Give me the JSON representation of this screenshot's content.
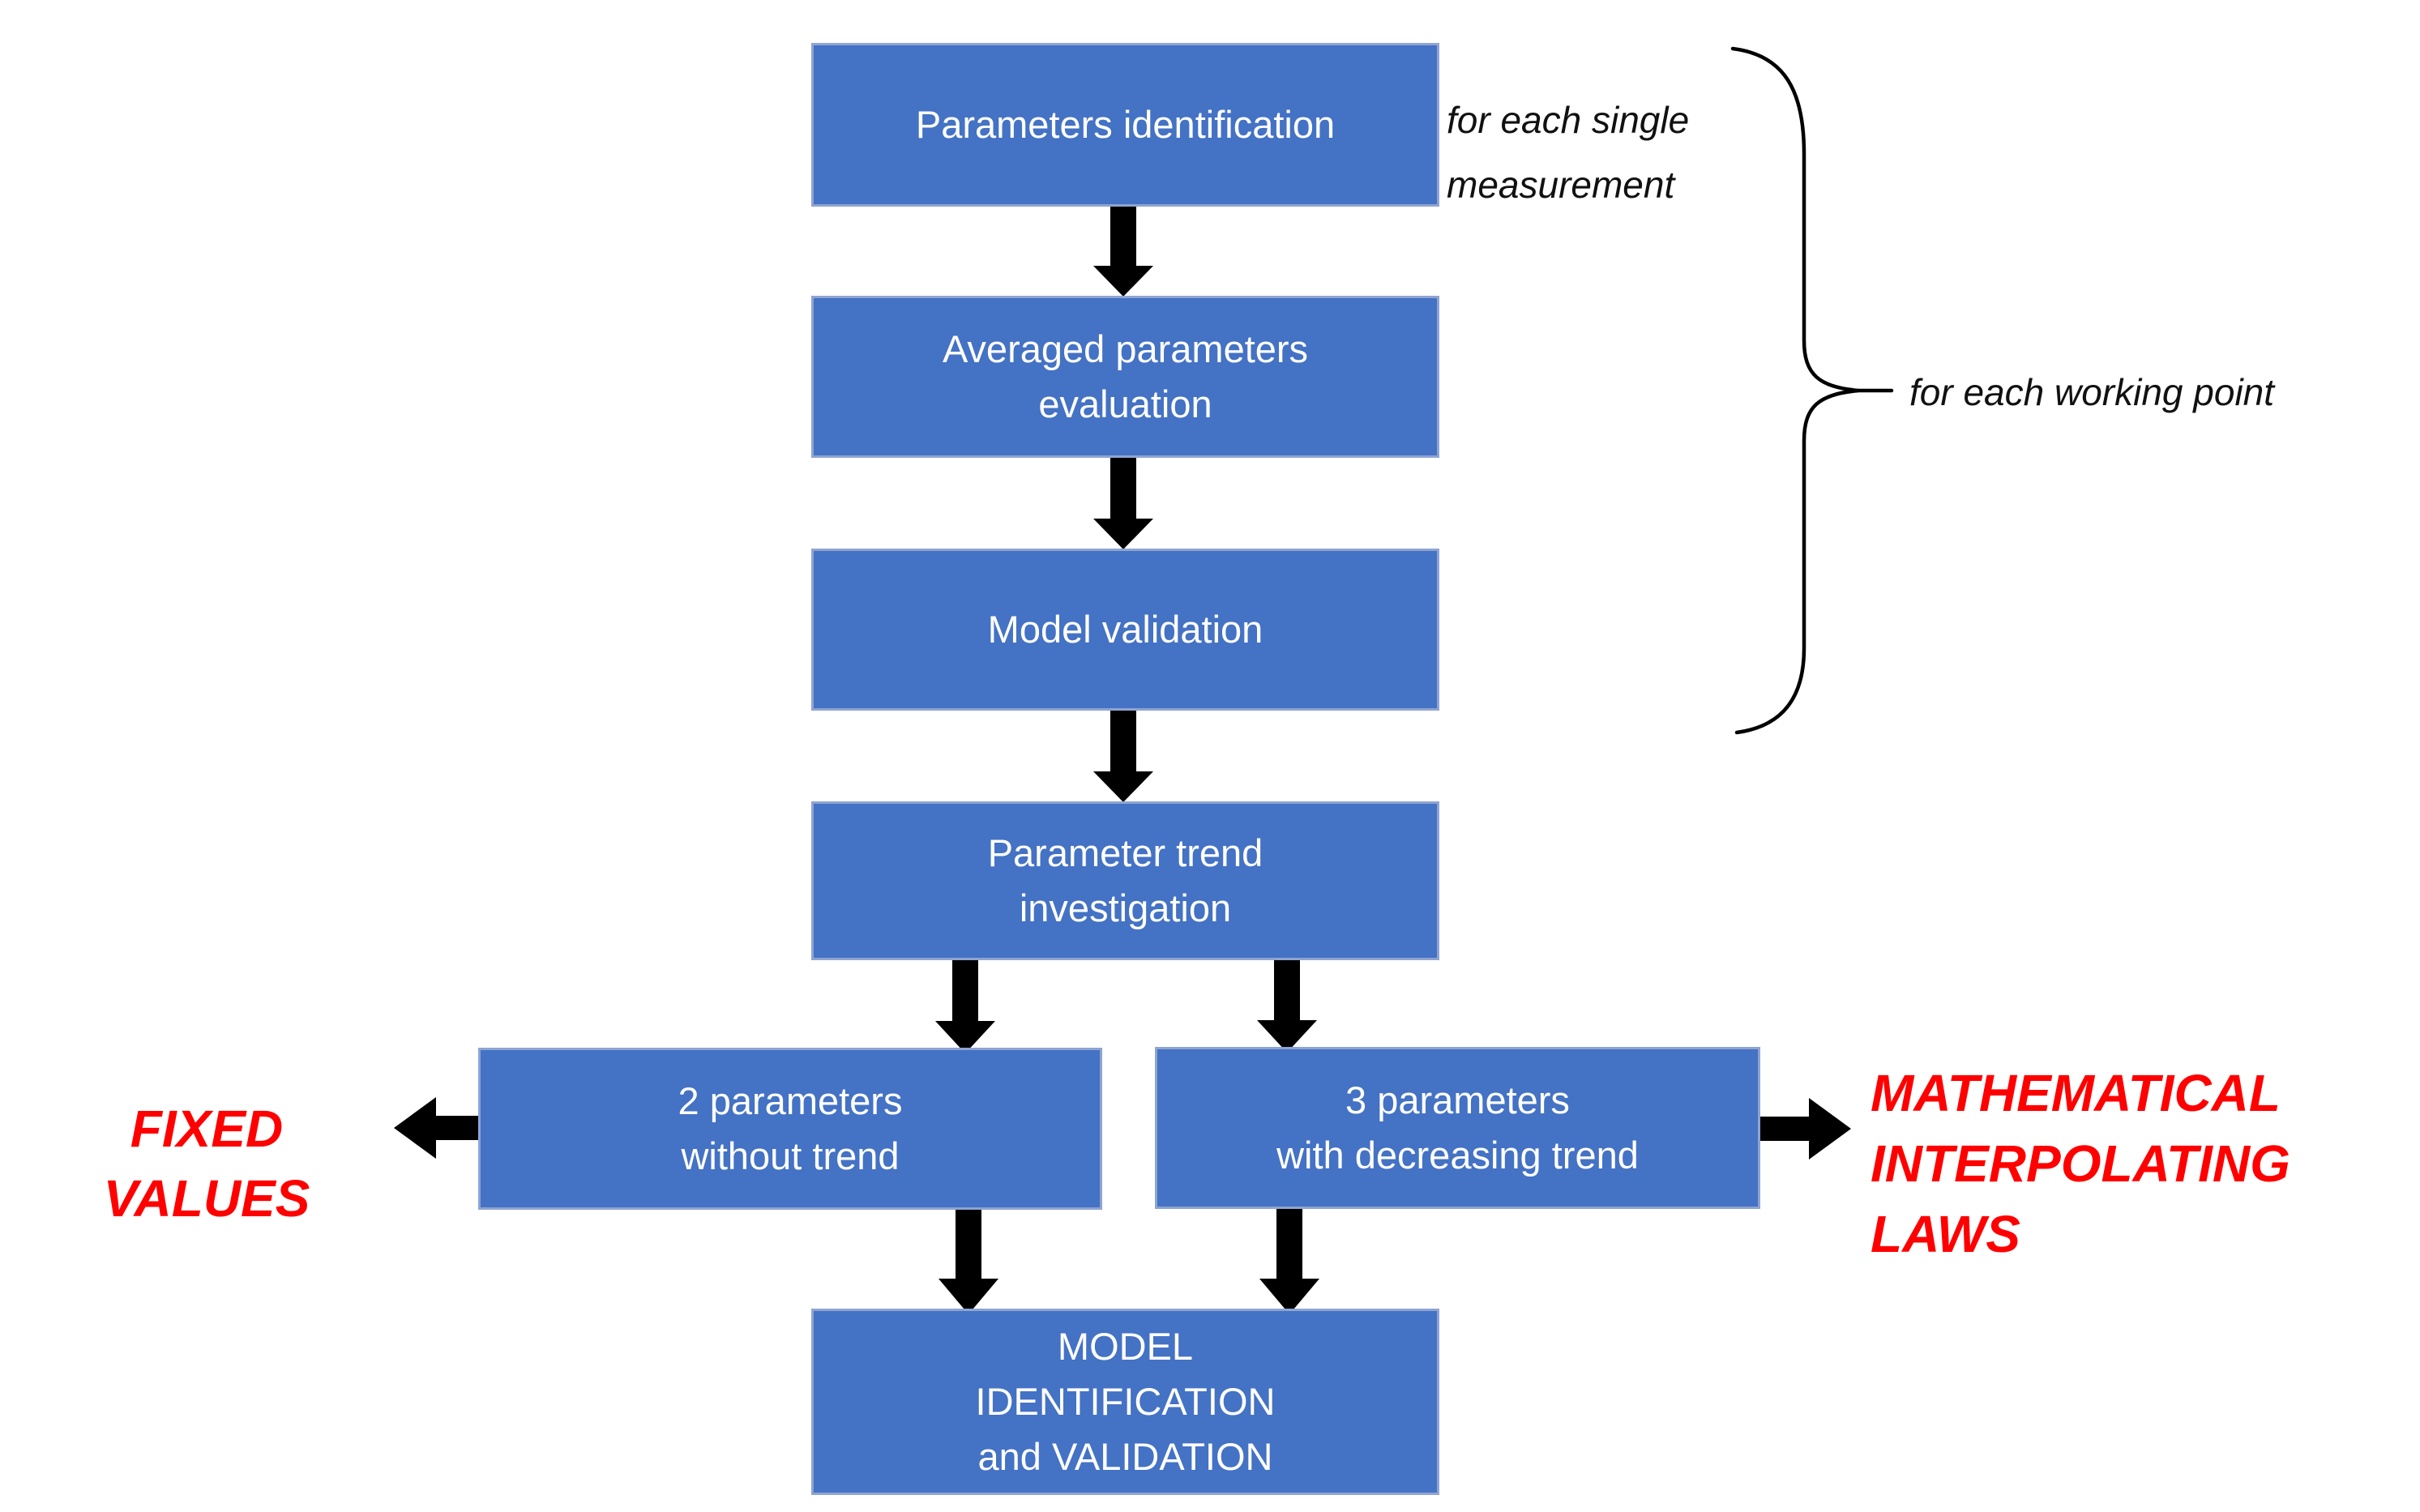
{
  "diagram": {
    "type": "flowchart",
    "colors": {
      "box_fill": "#4472C4",
      "box_border": "#8EA4D2",
      "box_text": "#FFFFFF",
      "arrow": "#000000",
      "brace": "#000000",
      "annotation_text": "#111111",
      "output_text": "#FF0000",
      "background": "#FFFFFF"
    },
    "boxes": [
      {
        "id": "parameters-identification",
        "label": "Parameters identification"
      },
      {
        "id": "averaged-parameters-evaluation",
        "label": "Averaged parameters\nevaluation"
      },
      {
        "id": "model-validation",
        "label": "Model validation"
      },
      {
        "id": "parameter-trend-investigation",
        "label": "Parameter trend\ninvestigation"
      },
      {
        "id": "two-parameters-without-trend",
        "label": "2 parameters\nwithout trend"
      },
      {
        "id": "three-parameters-with-decreasing-trend",
        "label": "3 parameters\nwith decreasing trend"
      },
      {
        "id": "model-identification-and-validation",
        "label": "MODEL\nIDENTIFICATION\nand VALIDATION"
      }
    ],
    "annotations": [
      {
        "id": "for-each-single-measurement",
        "label": "for each single\nmeasurement"
      },
      {
        "id": "for-each-working-point",
        "label": "for each working point"
      }
    ],
    "outputs": [
      {
        "id": "fixed-values",
        "label": "FIXED VALUES"
      },
      {
        "id": "mathematical-interpolating-laws",
        "label": "MATHEMATICAL\nINTERPOLATING LAWS"
      }
    ],
    "connections": [
      "parameters-identification -> averaged-parameters-evaluation",
      "averaged-parameters-evaluation -> model-validation",
      "model-validation -> parameter-trend-investigation",
      "parameter-trend-investigation -> two-parameters-without-trend",
      "parameter-trend-investigation -> three-parameters-with-decreasing-trend",
      "two-parameters-without-trend -> fixed-values",
      "three-parameters-with-decreasing-trend -> mathematical-interpolating-laws",
      "two-parameters-without-trend -> model-identification-and-validation",
      "three-parameters-with-decreasing-trend -> model-identification-and-validation"
    ]
  }
}
